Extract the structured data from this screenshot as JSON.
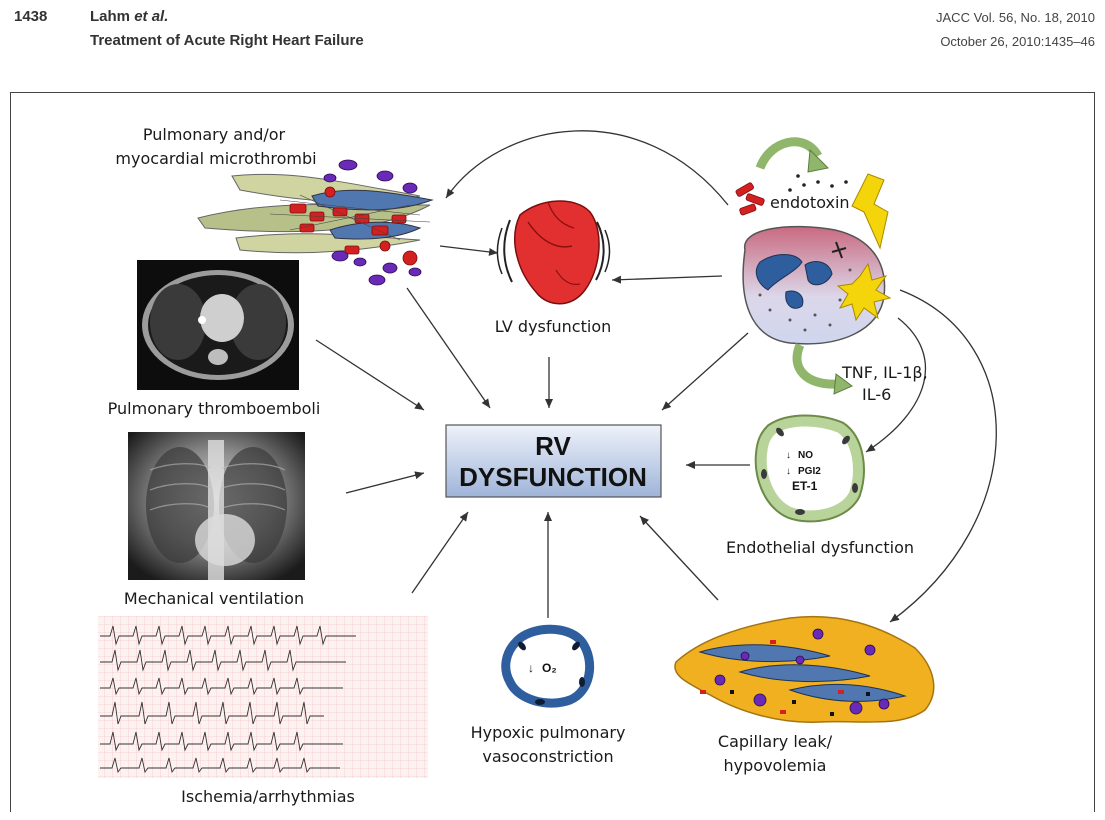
{
  "header": {
    "page_number": "1438",
    "authors": "Lahm",
    "authors_suffix": "et al.",
    "short_title": "Treatment of Acute Right Heart Failure",
    "journal": "JACC Vol. 56, No. 18, 2010",
    "date_pages": "October 26, 2010:1435–46"
  },
  "figure": {
    "center": {
      "line1": "RV",
      "line2": "DYSFUNCTION"
    },
    "microthrombi": {
      "line1": "Pulmonary and/or",
      "line2": "myocardial microthrombi"
    },
    "lv": "LV dysfunction",
    "endotoxin": "endotoxin",
    "cytokines": {
      "line1": "TNF, IL-1β,",
      "line2": "IL-6"
    },
    "thromboemboli": "Pulmonary thromboemboli",
    "ventilation": "Mechanical ventilation",
    "endothelial": {
      "label": "Endothelial dysfunction",
      "no": "NO",
      "pgi2": "PGI2",
      "et1": "ET-1"
    },
    "ischemia": "Ischemia/arrhythmias",
    "hypoxic": {
      "line1": "Hypoxic pulmonary",
      "line2": "vasoconstriction",
      "o2": "O₂"
    },
    "capillary": {
      "line1": "Capillary leak/",
      "line2": "hypovolemia"
    }
  },
  "colors": {
    "rv_box_top": "#e6ecf7",
    "rv_box_bottom": "#9fb4d9",
    "heart": "#e23030",
    "endothelium": "#b9d49a",
    "vessel_blue": "#2e5e9e",
    "capillary_orange": "#f0b020",
    "bolt_yellow": "#f4d40a",
    "ecg_grid": "#f3b6b6"
  },
  "icons": [
    "heart-icon",
    "lightning-icon",
    "cell-icon",
    "thrombi-icon",
    "endothelium-icon",
    "vessel-icon",
    "capillary-icon",
    "ct-scan-image",
    "chest-xray-image",
    "ecg-image"
  ]
}
